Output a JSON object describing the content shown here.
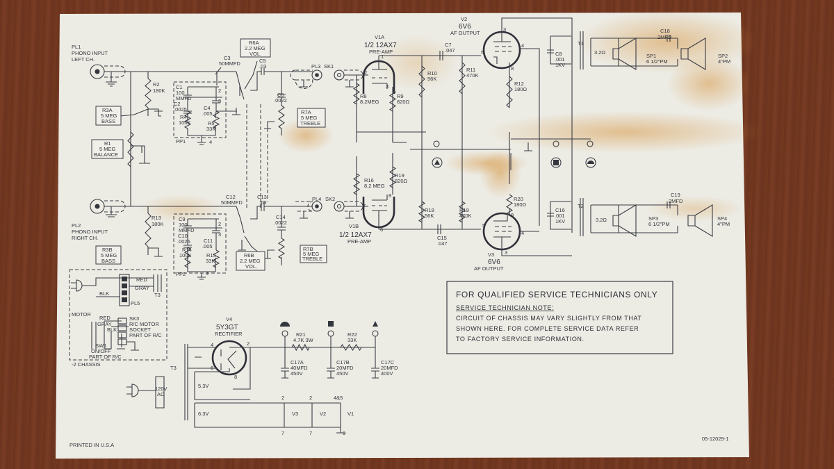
{
  "title": "Phonograph Amplifier Schematic",
  "ch1": {
    "pl1": [
      "PL1",
      "PHONO INPUT",
      "LEFT CH."
    ],
    "r2": [
      "R2",
      "180K"
    ],
    "r3a": [
      "R3A",
      "5 MEG",
      "BASS"
    ],
    "r1": [
      "R1",
      "5 MEG",
      "BALANCE"
    ],
    "c1": [
      "C1",
      "100",
      "MMFD"
    ],
    "c2": [
      "C2",
      ".0025"
    ],
    "r4": [
      "R4",
      "100K"
    ],
    "c4": [
      "C4",
      ".005"
    ],
    "r5": [
      "R5",
      "33K"
    ],
    "pp1": "PP1",
    "c3": [
      "C3",
      "50MMFD"
    ],
    "r6a": [
      "R6A",
      "2.2 MEG",
      "VOL."
    ],
    "c5": [
      "C5",
      ".03"
    ],
    "c6": [
      "C6",
      ".0022"
    ],
    "r7a": [
      "R7A",
      "5 MEG",
      "TREBLE"
    ],
    "pl3": "PL3",
    "sk1": "SK1",
    "v1a": [
      "V1A",
      "1/2 12AX7",
      "PRE-AMP"
    ],
    "r8": [
      "R8",
      "8.2MEG"
    ],
    "r9": [
      "R9",
      "820Ω"
    ],
    "c7": [
      "C7",
      ".047"
    ],
    "r10": [
      "R10",
      "56K"
    ],
    "r11": [
      "R11",
      "470K"
    ],
    "v2": [
      "V2",
      "6V6",
      "AF OUTPUT"
    ],
    "r12": [
      "R12",
      "180Ω"
    ],
    "c8": [
      "C8",
      ".001",
      "1KV"
    ],
    "t1": "T1",
    "imp": "3.2Ω",
    "c18": [
      "C18",
      "2MFD"
    ],
    "sp1": [
      "SP1",
      "6 1/2\"PM"
    ],
    "sp2": [
      "SP2",
      "4\"PM"
    ]
  },
  "ch2": {
    "pl2": [
      "PL2",
      "PHONO INPUT",
      "RIGHT CH."
    ],
    "r13": [
      "R13",
      "180K"
    ],
    "r3b": [
      "R3B",
      "5 MEG",
      "BASS"
    ],
    "c9": [
      "C9",
      "100",
      "MMFD"
    ],
    "c10": [
      "C10",
      ".0025"
    ],
    "r14": [
      "R14",
      "100K"
    ],
    "c11": [
      "C11",
      ".005"
    ],
    "r15": [
      "R15",
      "33K"
    ],
    "pp2": "PP2",
    "c12": [
      "C12",
      "50MMFD"
    ],
    "r6b": [
      "R6B",
      "2.2 MEG",
      "VOL."
    ],
    "c13": [
      "C13",
      ".03"
    ],
    "c14": [
      "C14",
      ".0022"
    ],
    "r7b": [
      "R7B",
      "5 MEG",
      "TREBLE"
    ],
    "pl4": "PL4",
    "sk2": "SK2",
    "v1b": [
      "V1B",
      "1/2 12AX7",
      "PRE-AMP"
    ],
    "r16": [
      "R16",
      "8.2 MEG"
    ],
    "r19a": [
      "R19",
      "820Ω"
    ],
    "r18": [
      "R18",
      "56K"
    ],
    "r19b": [
      "R19",
      "470K"
    ],
    "c15": [
      "C15",
      ".047"
    ],
    "r20": [
      "R20",
      "180Ω"
    ],
    "v3": [
      "V3",
      "6V6",
      "AF OUTPUT"
    ],
    "c16": [
      "C16",
      ".001",
      "1KV"
    ],
    "t2": "T2",
    "imp": "3.2Ω",
    "c19": [
      "C19",
      "2MFD"
    ],
    "sp3": [
      "SP3",
      "6 1/2\"PM"
    ],
    "sp4": [
      "SP4",
      "4\"PM"
    ]
  },
  "pins": {
    "p2": "2",
    "p3": "3",
    "p1": "1",
    "p4": "4",
    "p5": "5",
    "p6": "6",
    "p7": "7",
    "p8": "8"
  },
  "power": {
    "red": "RED",
    "gray": "GRAY",
    "blk": "BLK",
    "pl5": "PL5",
    "t3": "T3",
    "motor": "MOTOR",
    "sk3": [
      "SK3",
      "R/C MOTOR",
      "SOCKET",
      "PART OF R/C"
    ],
    "sw1": [
      "SW1",
      "ON/OFF",
      "PART OF R/C"
    ],
    "chassis": "-2 CHASSIS",
    "v4": [
      "V4",
      "5Y3GT",
      "RECTIFIER"
    ],
    "r21": [
      "R21",
      "4.7K 3W"
    ],
    "r22": [
      "R22",
      "33K"
    ],
    "c17a": [
      "C17A",
      "40MFD",
      "450V"
    ],
    "c17b": [
      "C17B",
      "20MFD",
      "450V"
    ],
    "c17c": [
      "C17C",
      "20MFD",
      "400V"
    ],
    "ac": [
      "120V",
      "AC"
    ],
    "v53": "5.3V",
    "v63": "6.3V",
    "heaters": {
      "v3": "V3",
      "v2": "V2",
      "v1": "V1",
      "pin2": "2",
      "pin7": "7",
      "pin45": "4&5",
      "pin9": "9"
    }
  },
  "note": {
    "heading": "FOR QUALIFIED SERVICE TECHNICIANS ONLY",
    "subheading": "SERVICE TECHNICIAN NOTE:",
    "lines": [
      "CIRCUIT OF CHASSIS MAY VARY SLIGHTLY FROM THAT",
      "SHOWN HERE. FOR COMPLETE SERVICE DATA REFER",
      "TO FACTORY SERVICE INFORMATION."
    ]
  },
  "footer": {
    "printed": "PRINTED IN U.S.A",
    "part_number": "05-12029-1"
  },
  "colors": {
    "paper": "#ecebe4",
    "ink": "#34363e",
    "stain": "#c98a3c",
    "wood": "#6f3620"
  }
}
